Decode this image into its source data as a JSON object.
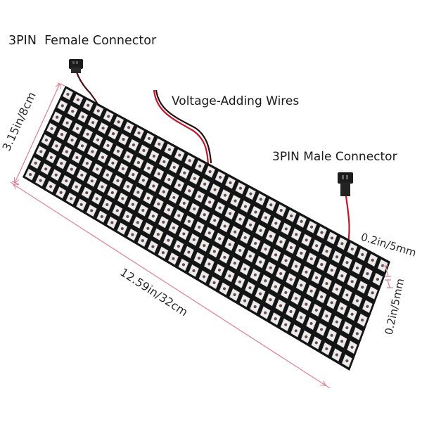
{
  "labels": {
    "female_connector": "3PIN  Female Connector",
    "voltage_wires": "Voltage-Adding Wires",
    "male_connector": "3PIN Male Connector"
  },
  "dimensions": {
    "height": "3.15in/8cm",
    "length": "12.59in/32cm",
    "led_pitch": "0.2in/5mm",
    "led_spacing": "0.2in/5mm"
  },
  "matrix": {
    "columns": 32,
    "rows": 8
  },
  "colors": {
    "panel": "#141414",
    "led_body": "#ececec",
    "led_chip": "#6b4a4a",
    "wire_red": "#c0152a",
    "wire_dark": "#4a1418",
    "dimension_line": "#d98b9a"
  }
}
